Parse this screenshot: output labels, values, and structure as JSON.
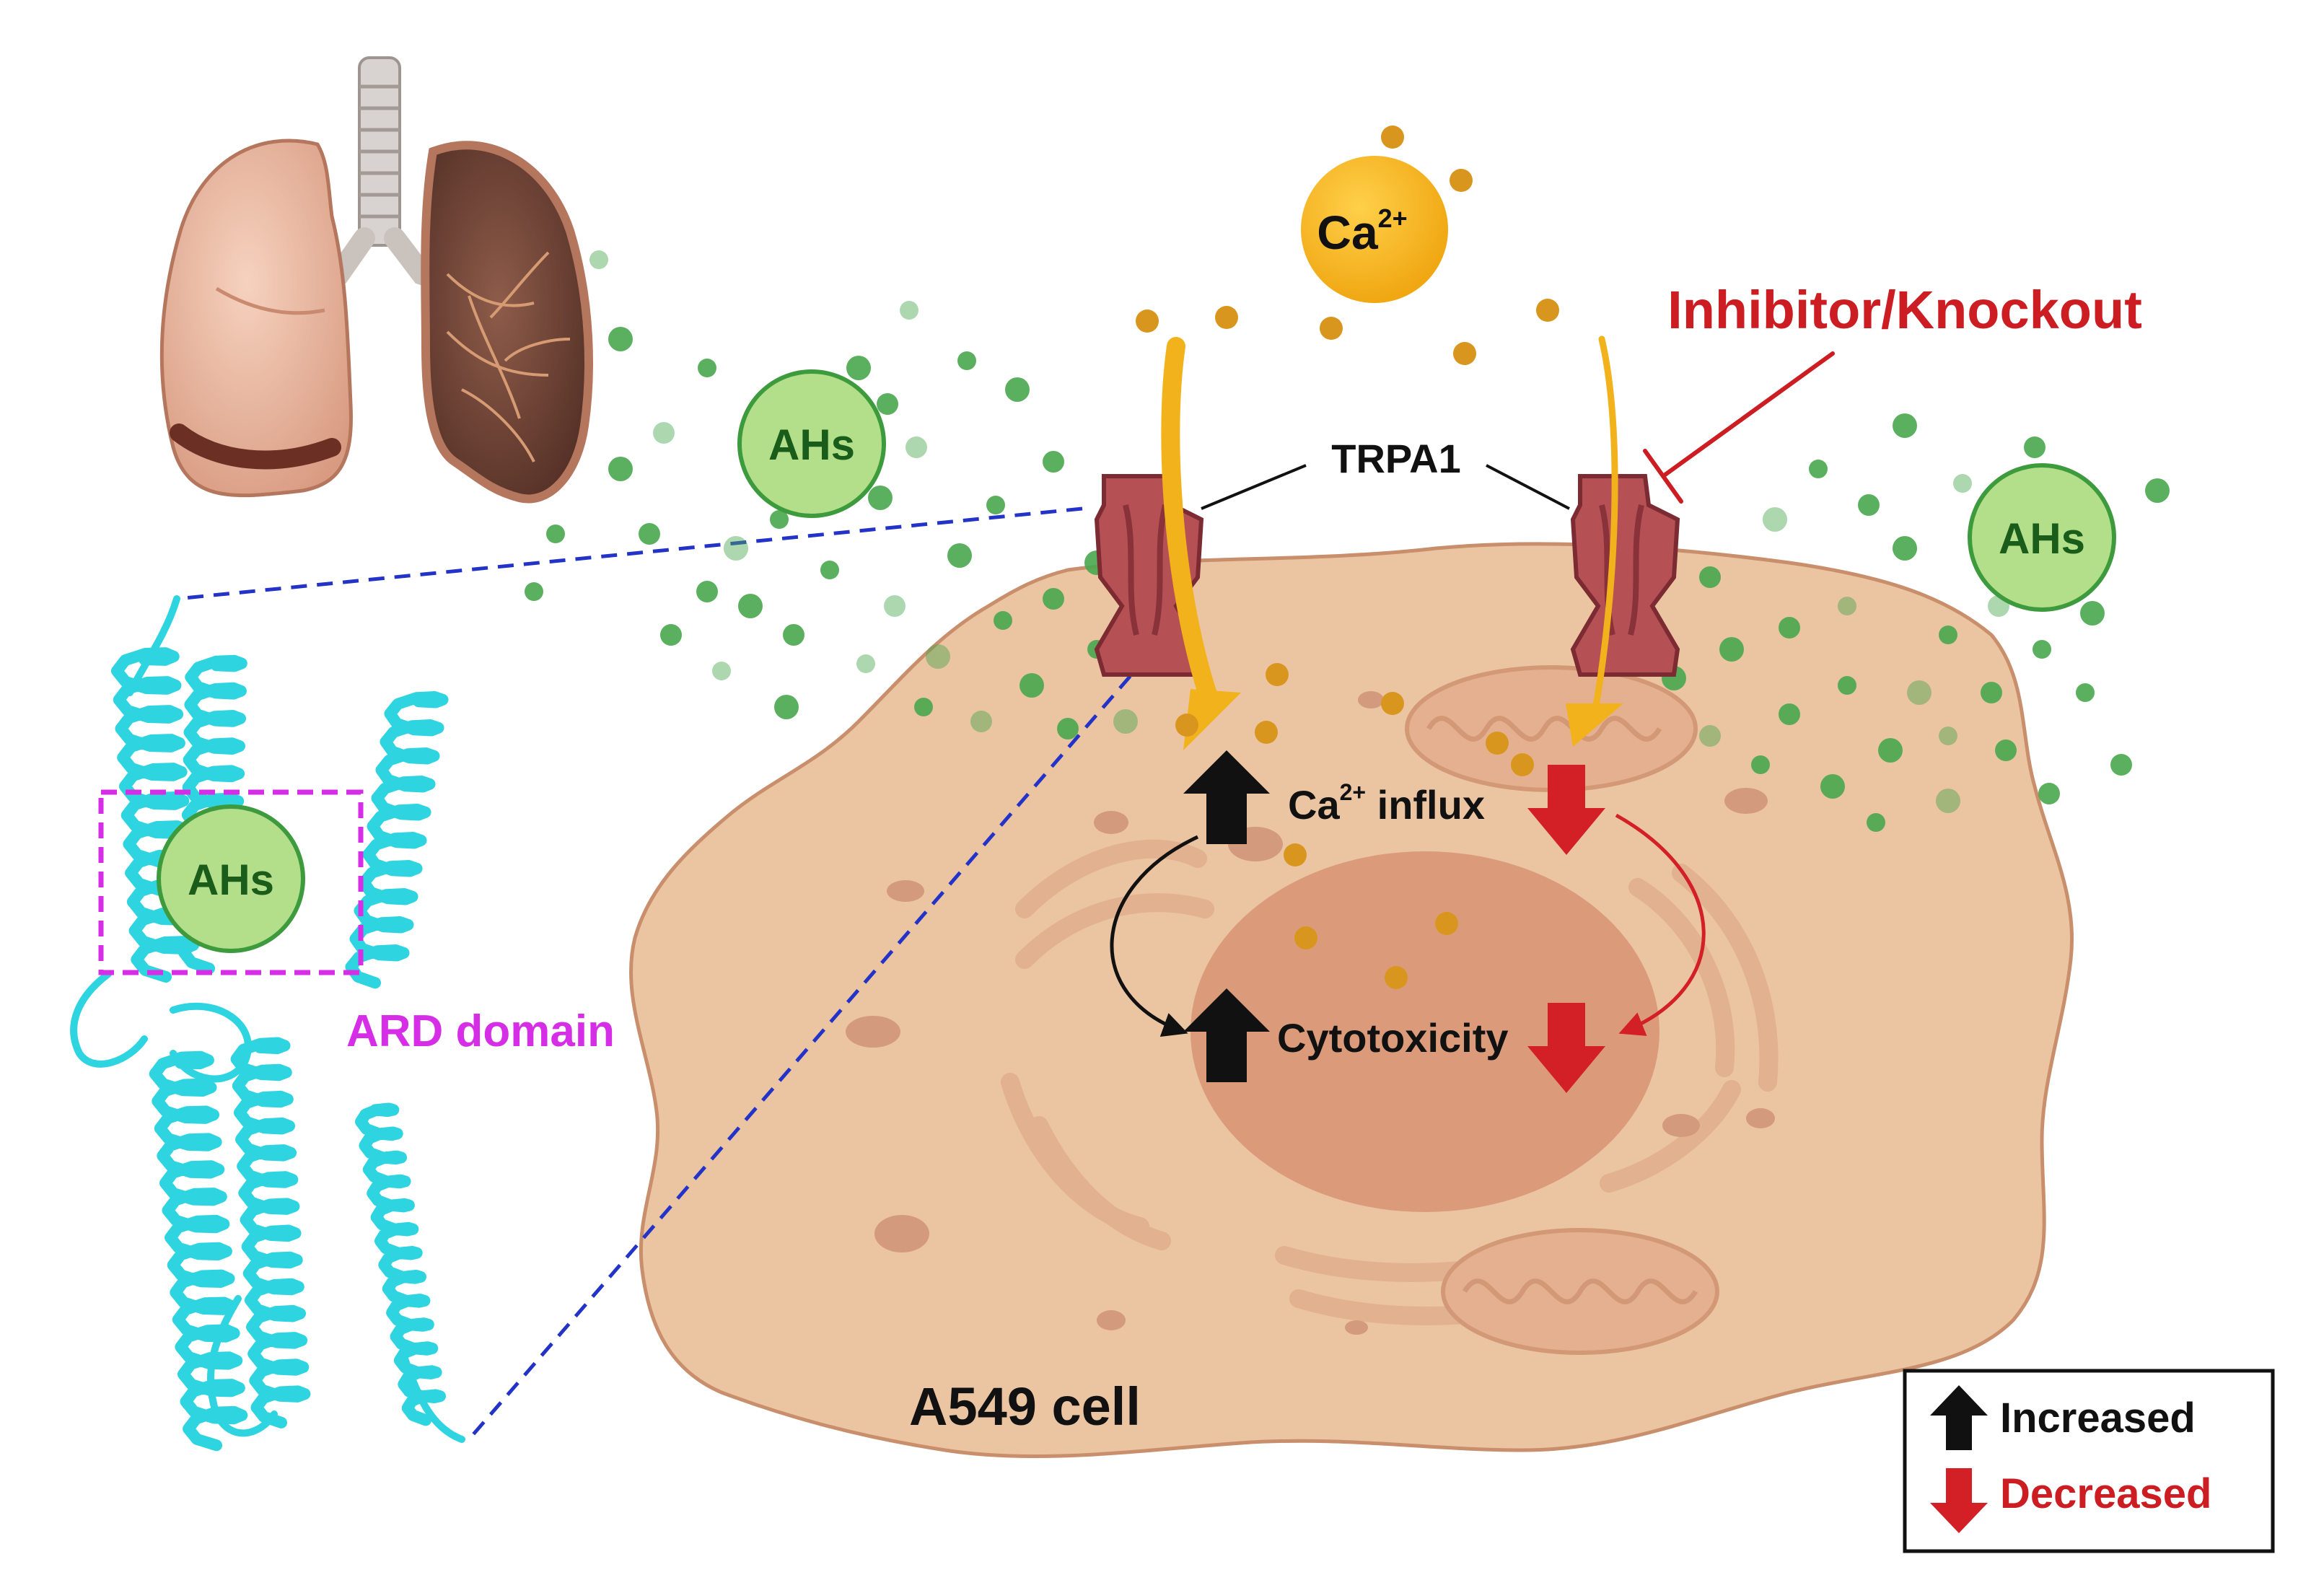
{
  "labels": {
    "calcium": "Ca",
    "calcium_charge": "2+",
    "inhibitor": "Inhibitor/Knockout",
    "trpa1": "TRPA1",
    "ahs_left": "AHs",
    "ahs_right": "AHs",
    "ahs_protein": "AHs",
    "ca_influx_prefix": "Ca",
    "ca_influx_charge": "2+",
    "ca_influx_suffix": " influx",
    "cytotoxicity": "Cytotoxicity",
    "ard_domain": "ARD domain",
    "cell": "A549 cell"
  },
  "legend": {
    "increased": "Increased",
    "decreased": "Decreased"
  },
  "colors": {
    "cell_fill": "#ebc4a2",
    "cell_edge": "#c98f6c",
    "nucleus": "#d99776",
    "channel": "#b55055",
    "channel_edge": "#7d2b32",
    "calcium": "#f2b21c",
    "calcium_dot": "#d9961e",
    "ahs_fill": "#b3df8a",
    "ahs_edge": "#3d9b3d",
    "ahs_text": "#1a5c1a",
    "green_dot": "#49a74e",
    "helix": "#2ed4df",
    "inhibitor_red": "#cc1d23",
    "ard_magenta": "#d62ee6",
    "projection_blue": "#2333c8",
    "increase_arrow": "#111111",
    "decrease_arrow": "#d31f26"
  },
  "icons": {
    "lungs": "lungs-illustration",
    "trpa1_channel": "ion-channel-icon",
    "protein": "protein-ribbon-icon",
    "mitochondria": "mitochondrion-icon",
    "increase": "up-arrow-icon",
    "decrease": "down-arrow-icon"
  }
}
